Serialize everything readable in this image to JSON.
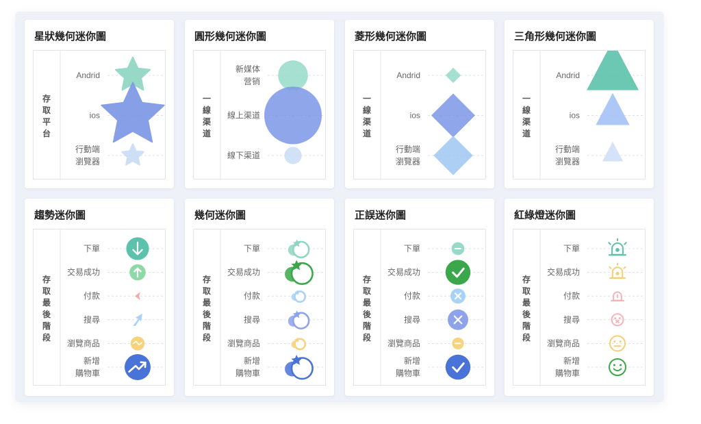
{
  "charts": [
    {
      "title": "星狀幾何迷你圖",
      "y_title": "存取平台",
      "shape": "star",
      "layout": "shape",
      "rows": [
        {
          "label": [
            "Andrid"
          ],
          "size": 0.55,
          "color": "#8fd6c2"
        },
        {
          "label": [
            "ios"
          ],
          "size": 1.0,
          "color": "#7d97e6"
        },
        {
          "label": [
            "行動端",
            "瀏覽器"
          ],
          "size": 0.35,
          "color": "#c9ddf5"
        }
      ]
    },
    {
      "title": "圓形幾何迷你圖",
      "y_title": "一線渠道",
      "shape": "circle",
      "layout": "shape",
      "rows": [
        {
          "label": [
            "新媒体",
            "营销"
          ],
          "size": 0.52,
          "color": "#97dac8"
        },
        {
          "label": [
            "線上渠道"
          ],
          "size": 1.0,
          "color": "#7d97e6"
        },
        {
          "label": [
            "線下渠道"
          ],
          "size": 0.3,
          "color": "#c9ddf5"
        }
      ]
    },
    {
      "title": "菱形幾何迷你圖",
      "y_title": "一線渠道",
      "shape": "diamond",
      "layout": "shape",
      "rows": [
        {
          "label": [
            "Andrid"
          ],
          "size": 0.35,
          "color": "#97dac8"
        },
        {
          "label": [
            "ios"
          ],
          "size": 1.0,
          "color": "#7d97e6"
        },
        {
          "label": [
            "行動端",
            "瀏覽器"
          ],
          "size": 0.9,
          "color": "#9fc7f2"
        }
      ]
    },
    {
      "title": "三角形幾何迷你圖",
      "y_title": "一線渠道",
      "shape": "triangle",
      "layout": "shape",
      "rows": [
        {
          "label": [
            "Andrid"
          ],
          "size": 1.0,
          "color": "#5cc2ab"
        },
        {
          "label": [
            "ios"
          ],
          "size": 0.65,
          "color": "#a4c2f5"
        },
        {
          "label": [
            "行動端",
            "瀏覽器"
          ],
          "size": 0.4,
          "color": "#cfe0f6"
        }
      ]
    },
    {
      "title": "趨勢迷你圖",
      "y_title": "存取最後階段",
      "icon_set": "trend",
      "layout": "icon",
      "rows": [
        {
          "label": [
            "下單"
          ],
          "icon": "arrow-down",
          "size": 0.85,
          "color": "#5cc2ab"
        },
        {
          "label": [
            "交易成功"
          ],
          "icon": "arrow-up",
          "size": 0.55,
          "color": "#8ed9a6"
        },
        {
          "label": [
            "付款"
          ],
          "icon": "flat",
          "size": 0.35,
          "color": "#f2a9a9"
        },
        {
          "label": [
            "搜尋"
          ],
          "icon": "rise",
          "size": 0.45,
          "color": "#a8d2f7"
        },
        {
          "label": [
            "瀏覽商品"
          ],
          "icon": "wave",
          "size": 0.45,
          "color": "#f6d37c"
        },
        {
          "label": [
            "新增",
            "購物車"
          ],
          "icon": "trend-up",
          "size": 1.0,
          "color": "#4a73d8"
        }
      ]
    },
    {
      "title": "幾何迷你圖",
      "y_title": "存取最後階段",
      "icon_set": "geometric",
      "layout": "icon",
      "rows": [
        {
          "label": [
            "下單"
          ],
          "icon": "geo",
          "size": 0.75,
          "color": "#8fd6c2",
          "accent": "#8fd6c2"
        },
        {
          "label": [
            "交易成功"
          ],
          "icon": "geo",
          "size": 1.0,
          "color": "#3aa84a",
          "accent": "#3aa84a"
        },
        {
          "label": [
            "付款"
          ],
          "icon": "geo",
          "size": 0.5,
          "color": "#a8d2f7",
          "accent": "#a8d2f7"
        },
        {
          "label": [
            "搜尋"
          ],
          "icon": "geo",
          "size": 0.75,
          "color": "#8ea3ea",
          "accent": "#8ea3ea"
        },
        {
          "label": [
            "瀏覽商品"
          ],
          "icon": "geo",
          "size": 0.5,
          "color": "#f6d37c",
          "accent": "#f6d37c"
        },
        {
          "label": [
            "新增",
            "購物車"
          ],
          "icon": "geo",
          "size": 1.0,
          "color": "#4a73d8",
          "accent": "#4a73d8"
        }
      ]
    },
    {
      "title": "正誤迷你圖",
      "y_title": "存取最後階段",
      "icon_set": "check",
      "layout": "icon",
      "rows": [
        {
          "label": [
            "下單"
          ],
          "icon": "minus",
          "size": 0.4,
          "color": "#97dac8"
        },
        {
          "label": [
            "交易成功"
          ],
          "icon": "check",
          "size": 0.95,
          "color": "#3aa84a"
        },
        {
          "label": [
            "付款"
          ],
          "icon": "cross",
          "size": 0.5,
          "color": "#a8d2f7"
        },
        {
          "label": [
            "搜尋"
          ],
          "icon": "cross",
          "size": 0.75,
          "color": "#8ea3ea"
        },
        {
          "label": [
            "瀏覽商品"
          ],
          "icon": "minus",
          "size": 0.35,
          "color": "#f6d37c"
        },
        {
          "label": [
            "新增",
            "購物車"
          ],
          "icon": "check",
          "size": 0.95,
          "color": "#4a73d8"
        }
      ]
    },
    {
      "title": "紅綠燈迷你圖",
      "y_title": "存取最後階段",
      "icon_set": "traffic",
      "layout": "icon",
      "rows": [
        {
          "label": [
            "下單"
          ],
          "icon": "alarm",
          "size": 0.85,
          "color": "#5cc2ab"
        },
        {
          "label": [
            "交易成功"
          ],
          "icon": "alarm",
          "size": 0.75,
          "color": "#f6cf74"
        },
        {
          "label": [
            "付款"
          ],
          "icon": "alarm-alert",
          "size": 0.55,
          "color": "#f4b4b4"
        },
        {
          "label": [
            "搜尋"
          ],
          "icon": "face-x",
          "size": 0.55,
          "color": "#f4b4b4"
        },
        {
          "label": [
            "瀏覽商品"
          ],
          "icon": "face-neutral",
          "size": 0.8,
          "color": "#f6cf74"
        },
        {
          "label": [
            "新增",
            "購物車"
          ],
          "icon": "face-smile",
          "size": 0.9,
          "color": "#3aa84a"
        }
      ]
    }
  ],
  "chart_data": [
    {
      "type": "table",
      "title": "星狀幾何迷你圖",
      "categories": [
        "Andrid",
        "ios",
        "行動端瀏覽器"
      ],
      "values": [
        0.55,
        1.0,
        0.35
      ]
    },
    {
      "type": "table",
      "title": "圓形幾何迷你圖",
      "categories": [
        "新媒体营销",
        "線上渠道",
        "線下渠道"
      ],
      "values": [
        0.52,
        1.0,
        0.3
      ]
    },
    {
      "type": "table",
      "title": "菱形幾何迷你圖",
      "categories": [
        "Andrid",
        "ios",
        "行動端瀏覽器"
      ],
      "values": [
        0.35,
        1.0,
        0.9
      ]
    },
    {
      "type": "table",
      "title": "三角形幾何迷你圖",
      "categories": [
        "Andrid",
        "ios",
        "行動端瀏覽器"
      ],
      "values": [
        1.0,
        0.65,
        0.4
      ]
    },
    {
      "type": "table",
      "title": "趨勢迷你圖",
      "categories": [
        "下單",
        "交易成功",
        "付款",
        "搜尋",
        "瀏覽商品",
        "新增購物車"
      ]
    },
    {
      "type": "table",
      "title": "幾何迷你圖",
      "categories": [
        "下單",
        "交易成功",
        "付款",
        "搜尋",
        "瀏覽商品",
        "新增購物車"
      ]
    },
    {
      "type": "table",
      "title": "正誤迷你圖",
      "categories": [
        "下單",
        "交易成功",
        "付款",
        "搜尋",
        "瀏覽商品",
        "新增購物車"
      ]
    },
    {
      "type": "table",
      "title": "紅綠燈迷你圖",
      "categories": [
        "下單",
        "交易成功",
        "付款",
        "搜尋",
        "瀏覽商品",
        "新增購物車"
      ]
    }
  ]
}
